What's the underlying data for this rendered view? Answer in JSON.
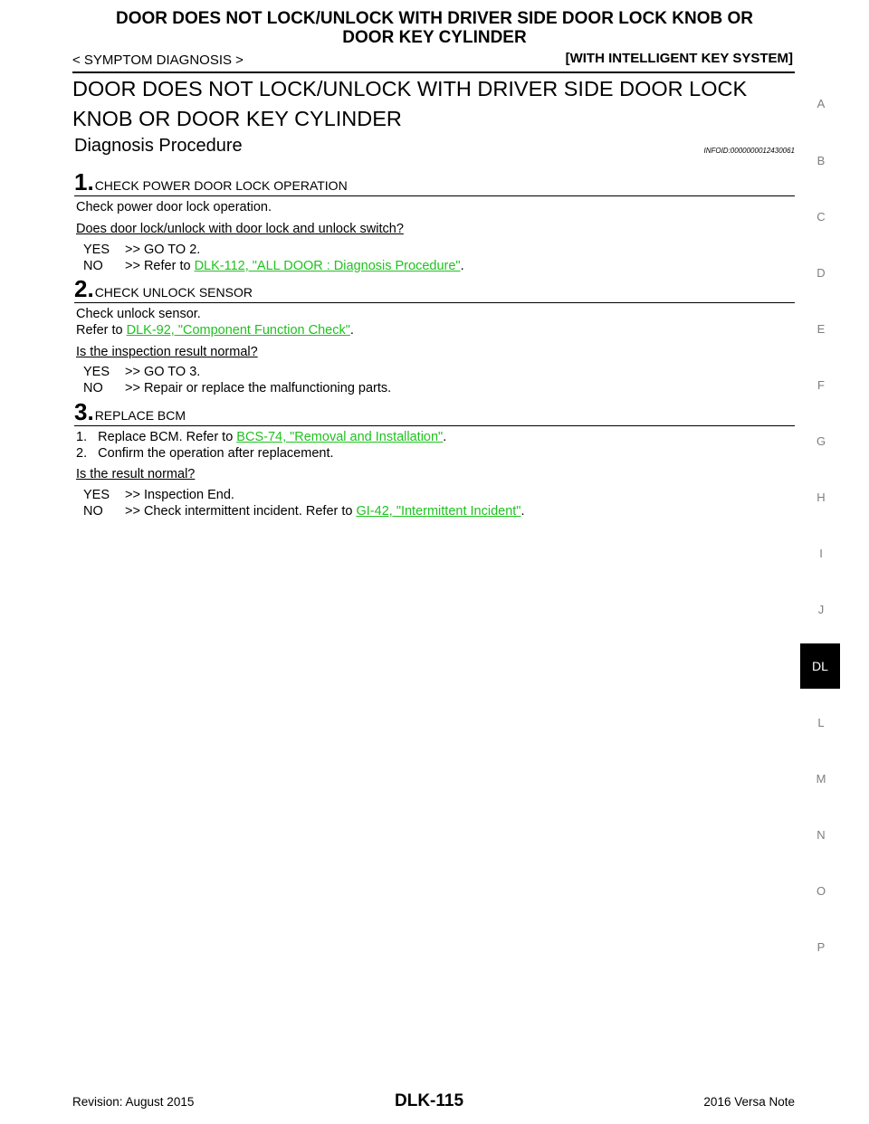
{
  "header": {
    "title_line1": "DOOR DOES NOT LOCK/UNLOCK WITH DRIVER SIDE DOOR LOCK KNOB OR",
    "title_line2": "DOOR KEY CYLINDER",
    "left": "< SYMPTOM DIAGNOSIS >",
    "right": "[WITH INTELLIGENT KEY SYSTEM]"
  },
  "main_title_line1": "DOOR DOES NOT LOCK/UNLOCK WITH DRIVER SIDE DOOR LOCK",
  "main_title_line2": "KNOB OR DOOR KEY CYLINDER",
  "section": {
    "title": "Diagnosis Procedure",
    "infoid": "INFOID:0000000012430061"
  },
  "steps": [
    {
      "num": "1.",
      "title": "CHECK POWER DOOR LOCK OPERATION",
      "line1": "Check power door lock operation.",
      "question": "Does door lock/unlock with door lock and unlock switch?",
      "yes_label": "YES",
      "yes_text": ">> GO TO 2.",
      "no_label": "NO",
      "no_prefix": ">> Refer to ",
      "no_link": "DLK-112, \"ALL DOOR : Diagnosis Procedure\"",
      "no_suffix": "."
    },
    {
      "num": "2.",
      "title": "CHECK UNLOCK SENSOR",
      "line1": "Check unlock sensor.",
      "line2_prefix": "Refer to ",
      "line2_link": "DLK-92, \"Component Function Check\"",
      "line2_suffix": ".",
      "question": "Is the inspection result normal?",
      "yes_label": "YES",
      "yes_text": ">> GO TO 3.",
      "no_label": "NO",
      "no_text": ">> Repair or replace the malfunctioning parts."
    },
    {
      "num": "3.",
      "title": "REPLACE BCM",
      "item1_prefix": "1.   Replace BCM. Refer to ",
      "item1_link": "BCS-74, \"Removal and Installation\"",
      "item1_suffix": ".",
      "item2": "2.   Confirm the operation after replacement.",
      "question": "Is the result normal?",
      "yes_label": "YES",
      "yes_text": ">> Inspection End.",
      "no_label": "NO",
      "no_prefix": ">> Check intermittent incident. Refer to ",
      "no_link": "GI-42, \"Intermittent Incident\"",
      "no_suffix": "."
    }
  ],
  "side_index": [
    "A",
    "B",
    "C",
    "D",
    "E",
    "F",
    "G",
    "H",
    "I",
    "J",
    "L",
    "M",
    "N",
    "O",
    "P"
  ],
  "side_active": "DL",
  "footer": {
    "revision": "Revision: August 2015",
    "page": "DLK-115",
    "model": "2016 Versa Note"
  },
  "colors": {
    "link": "#1fc21f",
    "side_index": "#7d7d7d"
  }
}
